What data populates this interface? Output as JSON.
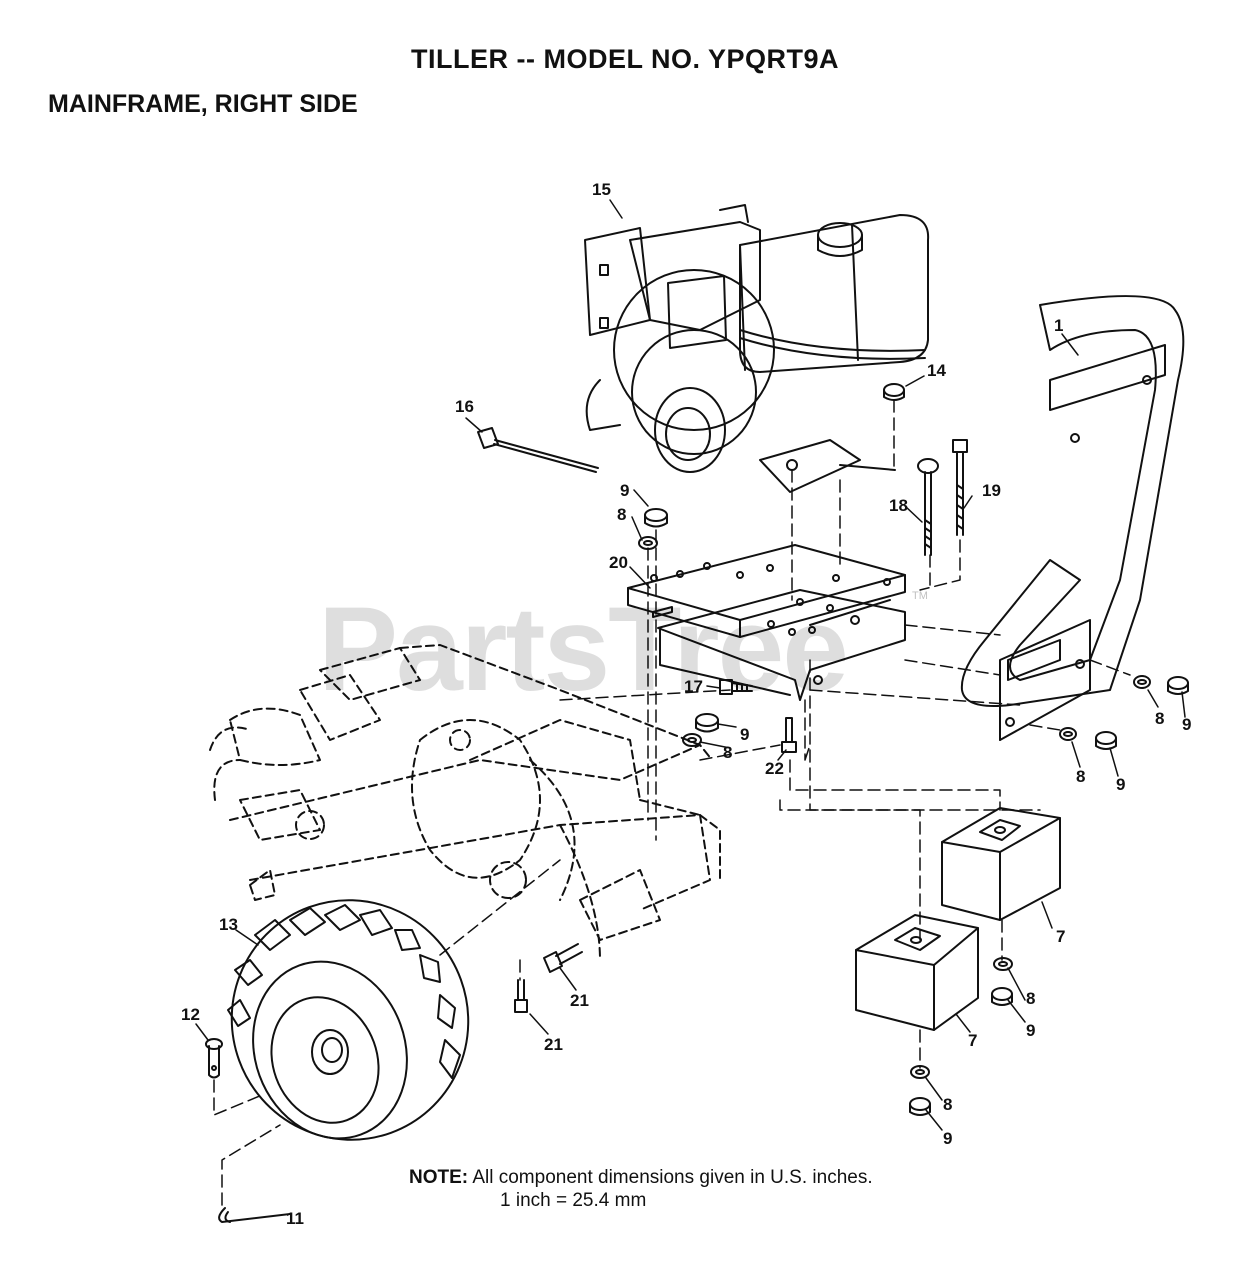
{
  "header": {
    "title": "TILLER -- MODEL NO. YPQRT9A",
    "subtitle": "MAINFRAME, RIGHT SIDE"
  },
  "watermark": {
    "text": "PartsTree",
    "tm": "TM"
  },
  "callouts": [
    {
      "id": "c15",
      "label": "15"
    },
    {
      "id": "c1",
      "label": "1"
    },
    {
      "id": "c14",
      "label": "14"
    },
    {
      "id": "c16",
      "label": "16"
    },
    {
      "id": "c9a",
      "label": "9"
    },
    {
      "id": "c8a",
      "label": "8"
    },
    {
      "id": "c18",
      "label": "18"
    },
    {
      "id": "c19",
      "label": "19"
    },
    {
      "id": "c20",
      "label": "20"
    },
    {
      "id": "c17",
      "label": "17"
    },
    {
      "id": "c9b",
      "label": "9"
    },
    {
      "id": "c8b",
      "label": "8"
    },
    {
      "id": "c22",
      "label": "22"
    },
    {
      "id": "c8c",
      "label": "8"
    },
    {
      "id": "c9c",
      "label": "9"
    },
    {
      "id": "c8d",
      "label": "8"
    },
    {
      "id": "c9d",
      "label": "9"
    },
    {
      "id": "c13",
      "label": "13"
    },
    {
      "id": "c7a",
      "label": "7"
    },
    {
      "id": "c7b",
      "label": "7"
    },
    {
      "id": "c21a",
      "label": "21"
    },
    {
      "id": "c21b",
      "label": "21"
    },
    {
      "id": "c12",
      "label": "12"
    },
    {
      "id": "c8e",
      "label": "8"
    },
    {
      "id": "c9e",
      "label": "9"
    },
    {
      "id": "c8f",
      "label": "8"
    },
    {
      "id": "c9f",
      "label": "9"
    },
    {
      "id": "c11",
      "label": "11"
    }
  ],
  "note": {
    "label": "NOTE:",
    "line1": "All component dimensions given in U.S. inches.",
    "line2": "1 inch = 25.4 mm"
  }
}
